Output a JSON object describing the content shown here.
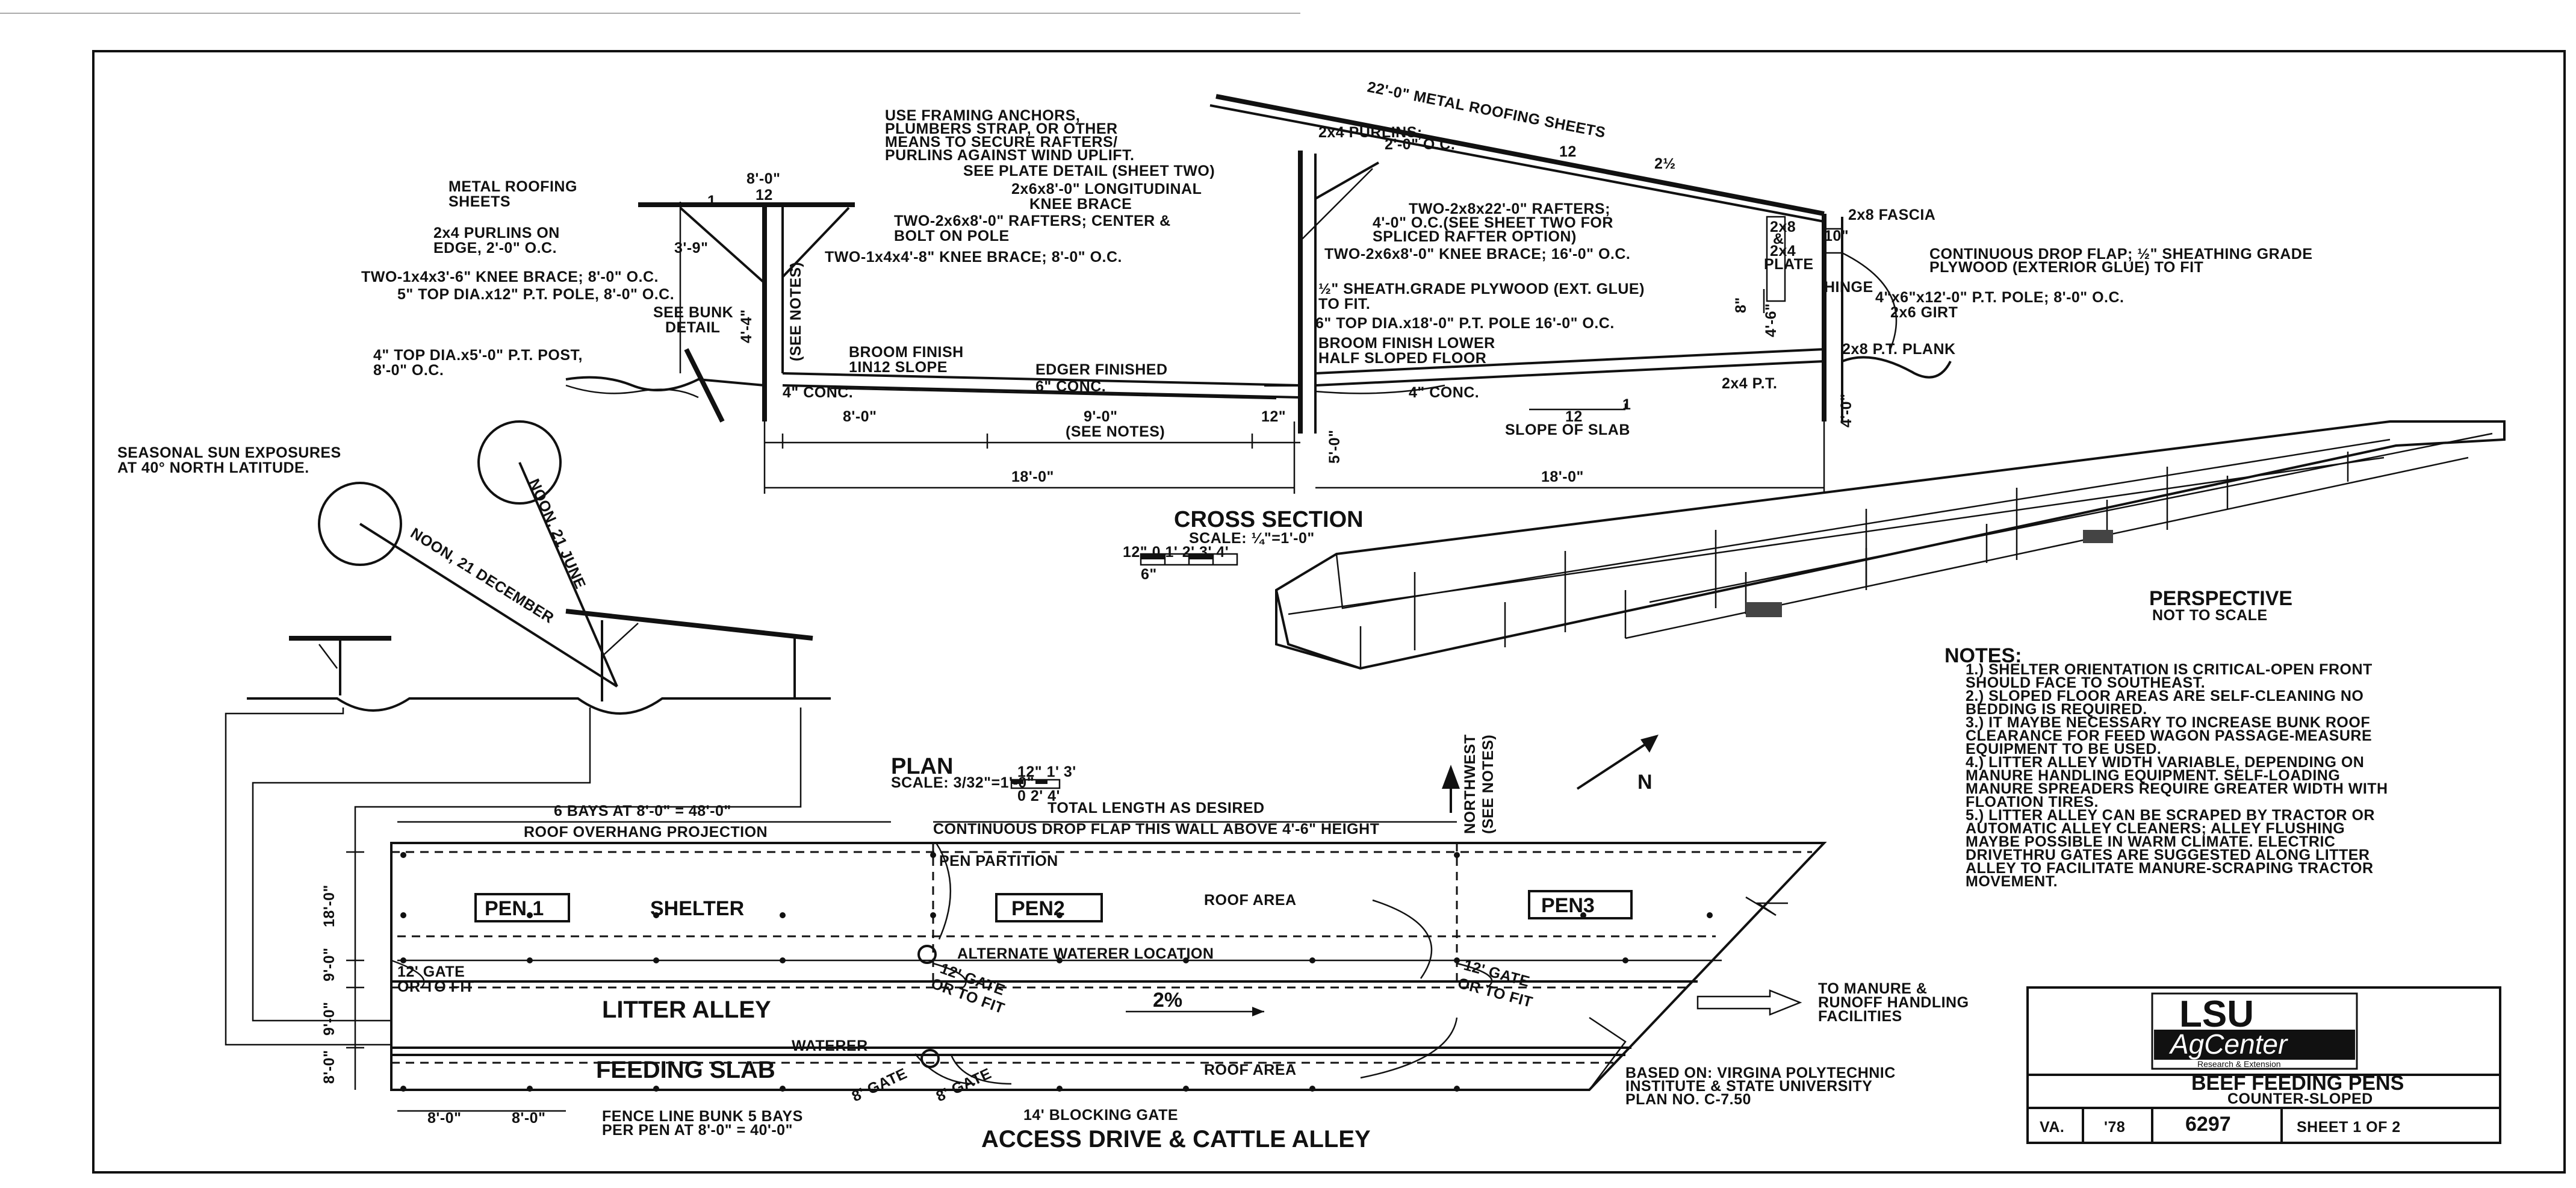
{
  "cross_section": {
    "labels": {
      "metal_roofing_left": "METAL ROOFING",
      "sheets_left": "SHEETS",
      "purlins_on_edge_1": "2x4 PURLINS ON",
      "purlins_on_edge_2": "EDGE, 2'-0\" O.C.",
      "width_8": "8'-0\"",
      "pitch_12_left": "12",
      "pitch_1_left": "1",
      "dim_3_9": "3'-9\"",
      "knee_brace_1x4x3": "TWO-1x4x3'-6\" KNEE BRACE; 8'-0\" O.C.",
      "pole_5_top": "5\" TOP DIA.x12\" P.T. POLE, 8'-0\" O.C.",
      "see_bunk_1": "SEE BUNK",
      "see_bunk_2": "DETAIL",
      "post_4_top_1": "4\" TOP DIA.x5'-0\" P.T. POST,",
      "post_4_top_2": "8'-0\" O.C.",
      "see_notes_vert": "(SEE NOTES)",
      "dim_4_4": "4'-4\"",
      "framing_1": "USE FRAMING ANCHORS,",
      "framing_2": "PLUMBERS STRAP, OR OTHER",
      "framing_3": "MEANS TO SECURE RAFTERS/",
      "framing_4": "PURLINS AGAINST WIND UPLIFT.",
      "plate_detail": "SEE PLATE DETAIL (SHEET TWO)",
      "rafters_center_1": "TWO-2x6x8'-0\" RAFTERS; CENTER &",
      "rafters_center_2": "BOLT ON POLE",
      "knee_1x4x4": "TWO-1x4x4'-8\" KNEE BRACE; 8'-0\" O.C.",
      "broom_finish": "BROOM FINISH",
      "slope_1in12": "1IN12 SLOPE",
      "conc_4_left": "4\" CONC.",
      "edger": "EDGER FINISHED",
      "conc_6": "6\" CONC.",
      "dim_8_left": "8'-0\"",
      "dim_9": "9'-0\"",
      "see_notes_paren": "(SEE NOTES)",
      "dim_12": "12\"",
      "dim_18_left": "18'-0\"",
      "roofing_22": "22'-0\" METAL ROOFING SHEETS",
      "purlins_2x4": "2x4 PURLINS;",
      "purlins_2oc": "2'-0\" O.C.",
      "pitch_12_right": "12",
      "pitch_2_5": "2½",
      "longitudinal_1": "2x6x8'-0\" LONGITUDINAL",
      "longitudinal_2": "KNEE BRACE",
      "rafters_2x8_1": "TWO-2x8x22'-0\" RAFTERS;",
      "rafters_2x8_2": "4'-0\" O.C.(SEE SHEET TWO FOR",
      "rafters_2x8_3": "SPLICED RAFTER OPTION)",
      "knee_2x6": "TWO-2x6x8'-0\" KNEE BRACE; 16'-0\" O.C.",
      "plywood_1": "½\" SHEATH.GRADE PLYWOOD (EXT. GLUE)",
      "plywood_2": "TO FIT.",
      "pole_6_top": "6\" TOP DIA.x18'-0\" P.T. POLE 16'-0\" O.C.",
      "broom_lower_1": "BROOM FINISH LOWER",
      "broom_lower_2": "HALF SLOPED FLOOR",
      "dim_5_0": "5'-0\"",
      "conc_4_mid": "4\" CONC.",
      "slope_12": "12",
      "slope_1": "1",
      "slope_of_slab": "SLOPE OF SLAB",
      "dim_18_right": "18'-0\"",
      "fascia": "2x8 FASCIA",
      "plate_2x8": "2x8",
      "plate_amp": "&",
      "plate_2x4": "2x4",
      "plate_word": "PLATE",
      "dim_10": "10\"",
      "dim_8_small": "8\"",
      "dim_4_6": "4'-6\"",
      "hinge": "HINGE",
      "drop_flap_1": "CONTINUOUS DROP FLAP; ½\" SHEATHING GRADE",
      "drop_flap_2": "PLYWOOD (EXTERIOR GLUE) TO FIT",
      "pole_4x6": "4\"x6\"x12'-0\" P.T. POLE; 8'-0\" O.C.",
      "girt": "2x6 GIRT",
      "plank": "2x8 P.T. PLANK",
      "pt_2x4": "2x4 P.T.",
      "dim_4_0": "4'-0\"",
      "title": "CROSS SECTION",
      "scale": "SCALE: ¼\"=1'-0\"",
      "scale_ticks": "12\"  0   1'   2'   3'   4'",
      "scale_6": "6\""
    }
  },
  "sun": {
    "title_1": "SEASONAL SUN EXPOSURES",
    "title_2": "AT 40° NORTH LATITUDE.",
    "noon_june": "NOON, 21 JUNE",
    "noon_dec": "NOON, 21 DECEMBER"
  },
  "perspective": {
    "title": "PERSPECTIVE",
    "subtitle": "NOT TO SCALE"
  },
  "notes": {
    "heading": "NOTES:",
    "lines": [
      "1.) SHELTER ORIENTATION IS CRITICAL-OPEN FRONT",
      "SHOULD FACE TO SOUTHEAST.",
      "2.) SLOPED FLOOR AREAS ARE SELF-CLEANING NO",
      "BEDDING IS REQUIRED.",
      "3.) IT MAYBE NECESSARY TO INCREASE BUNK ROOF",
      "CLEARANCE FOR FEED WAGON PASSAGE-MEASURE",
      "EQUIPMENT TO BE USED.",
      "4.) LITTER ALLEY WIDTH VARIABLE, DEPENDING ON",
      "MANURE HANDLING EQUIPMENT. SELF-LOADING",
      "MANURE SPREADERS REQUIRE GREATER WIDTH WITH",
      "FLOATION TIRES.",
      "5.) LITTER ALLEY CAN BE SCRAPED BY TRACTOR OR",
      "AUTOMATIC ALLEY CLEANERS; ALLEY FLUSHING",
      "MAYBE POSSIBLE IN WARM CLIMATE. ELECTRIC",
      "DRIVETHRU GATES ARE SUGGESTED ALONG LITTER",
      "ALLEY TO FACILITATE MANURE-SCRAPING TRACTOR",
      "MOVEMENT."
    ]
  },
  "plan": {
    "title": "PLAN",
    "scale": "SCALE: 3/32\"=1'-0\"",
    "scale_ticks": "12\"  1'  3'",
    "scale_ticks_2": "0   2'   4'",
    "bays": "6 BAYS AT 8'-0\" = 48'-0\"",
    "total_length": "TOTAL LENGTH AS DESIRED",
    "overhang": "ROOF OVERHANG PROJECTION",
    "drop_flap": "CONTINUOUS DROP FLAP THIS WALL ABOVE 4'-6\" HEIGHT",
    "pen_partition": "PEN PARTITION",
    "pen1": "PEN 1",
    "shelter": "SHELTER",
    "pen2": "PEN2",
    "roof_area_top": "ROOF AREA",
    "pen3": "PEN3",
    "alt_waterer": "ALTERNATE WATERER LOCATION",
    "gate_12_a": "12' GATE",
    "or_to_fit_a": "OR TO FIT",
    "gate_12_b": "12' GATE",
    "or_to_fit_b": "OR TO FIT",
    "gate_12_c": "12' GATE",
    "or_to_fit_c": "OR TO FIT",
    "litter_alley": "LITTER ALLEY",
    "slope_2pct": "2%",
    "waterer": "WATERER",
    "feeding_slab": "FEEDING SLAB",
    "roof_area_bottom": "ROOF AREA",
    "gate_8_a": "8' GATE",
    "gate_8_b": "8' GATE",
    "blocking_gate": "14' BLOCKING GATE",
    "fence_line_1": "FENCE LINE BUNK 5 BAYS",
    "fence_line_2": "PER PEN AT 8'-0\" = 40'-0\"",
    "access_drive": "ACCESS DRIVE & CATTLE ALLEY",
    "dim_18": "18'-0\"",
    "dim_9a": "9'-0\"",
    "dim_9b": "9'-0\"",
    "dim_8": "8'-0\"",
    "dim_8b": "8'-0\"",
    "dim_8c": "8'-0\"",
    "northwest": "NORTHWEST",
    "see_notes": "(SEE NOTES)",
    "north": "N",
    "to_manure_1": "TO MANURE &",
    "to_manure_2": "RUNOFF HANDLING",
    "to_manure_3": "FACILITIES",
    "based_on_1": "BASED ON: VIRGINA POLYTECHNIC",
    "based_on_2": "INSTITUTE & STATE UNIVERSITY",
    "based_on_3": "PLAN NO. C-7.50"
  },
  "title_block": {
    "logo_main": "LSU",
    "logo_sub": "AgCenter",
    "logo_tag": "Research & Extension",
    "title_1": "BEEF FEEDING PENS",
    "title_2": "COUNTER-SLOPED",
    "state": "VA.",
    "year": "'78",
    "plan_no": "6297",
    "sheet": "SHEET 1 OF 2"
  }
}
